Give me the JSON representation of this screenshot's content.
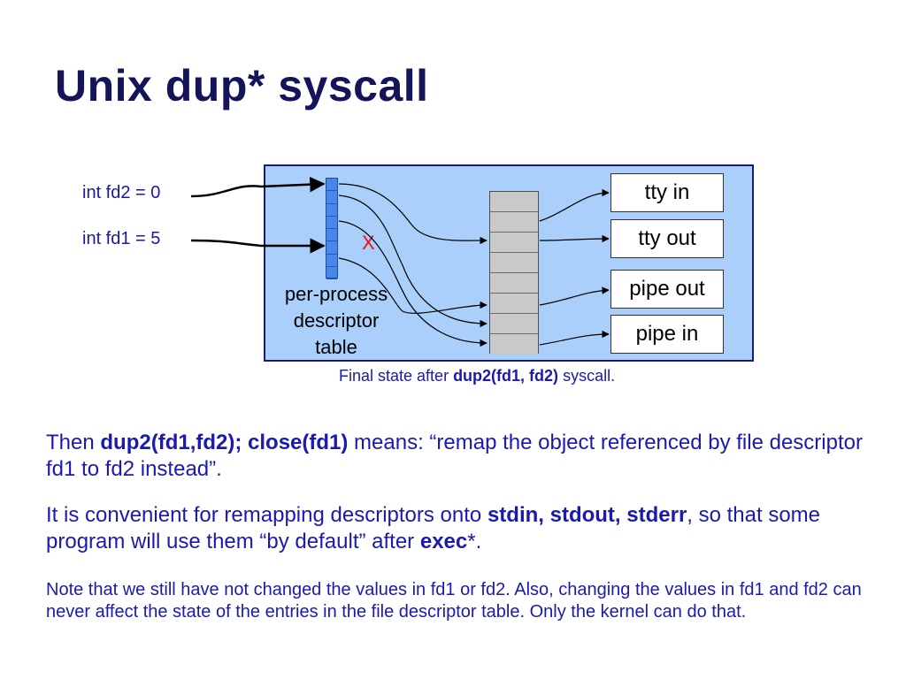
{
  "slide": {
    "title": "Unix dup* syscall"
  },
  "diagram": {
    "fd2_label": "int fd2 = 0",
    "fd1_label": "int fd1 = 5",
    "x_mark": "X",
    "ppt_caption": [
      "per-process",
      "descriptor",
      "table"
    ],
    "objects": [
      "tty in",
      "tty out",
      "pipe out",
      "pipe in"
    ],
    "ppt_rows": 8,
    "oft_rows": 8,
    "caption_pre": "Final state after ",
    "caption_bold": "dup2(fd1, fd2)",
    "caption_post": " syscall.",
    "colors": {
      "panel": "#a9cffa",
      "descriptor_table": "#4a86e6",
      "open_file_table": "#c9c9c9",
      "text_blue": "#1a1ab0",
      "title_navy": "#14145a",
      "x_red": "#e81010"
    }
  },
  "body": {
    "p1_pre": "Then ",
    "p1_bold": "dup2(fd1,fd2); close(fd1)",
    "p1_post": " means: “remap the object referenced by file descriptor fd1 to fd2 instead”.",
    "p2_pre": "It is convenient for remapping descriptors onto ",
    "p2_bold1": "stdin, stdout, stderr",
    "p2_mid": ", so that some program will use them “by default” after ",
    "p2_bold2": "exec",
    "p2_post": "*.",
    "p3": "Note that we still have not changed the values in fd1 or fd2.  Also, changing the values in fd1 and fd2 can never affect the state of the entries in the file descriptor table.  Only the kernel can do that."
  }
}
